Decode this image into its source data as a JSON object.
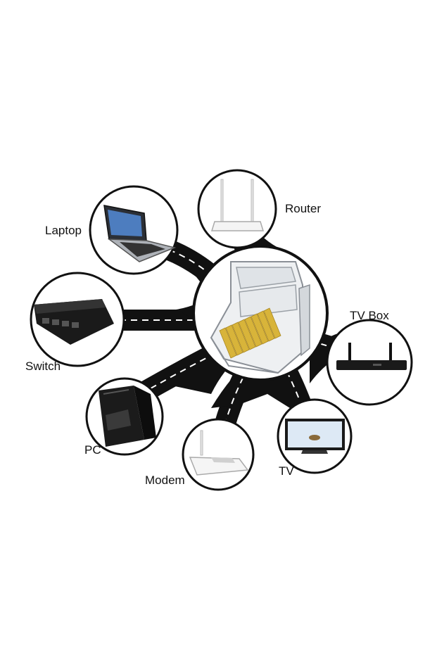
{
  "hub": {
    "icon": "rj45-connector-icon"
  },
  "devices": [
    {
      "label": "Router",
      "icon": "router-icon"
    },
    {
      "label": "Laptop",
      "icon": "laptop-icon"
    },
    {
      "label": "Switch",
      "icon": "network-switch-icon"
    },
    {
      "label": "PC",
      "icon": "pc-tower-icon"
    },
    {
      "label": "Modem",
      "icon": "modem-icon"
    },
    {
      "label": "TV",
      "icon": "tv-icon"
    },
    {
      "label": "TV Box",
      "icon": "tv-box-icon"
    }
  ],
  "colors": {
    "road": "#111111",
    "road_dash": "#ffffff",
    "circle_fill": "#ffffff",
    "label": "#111111",
    "gold": "#d8b43a"
  }
}
